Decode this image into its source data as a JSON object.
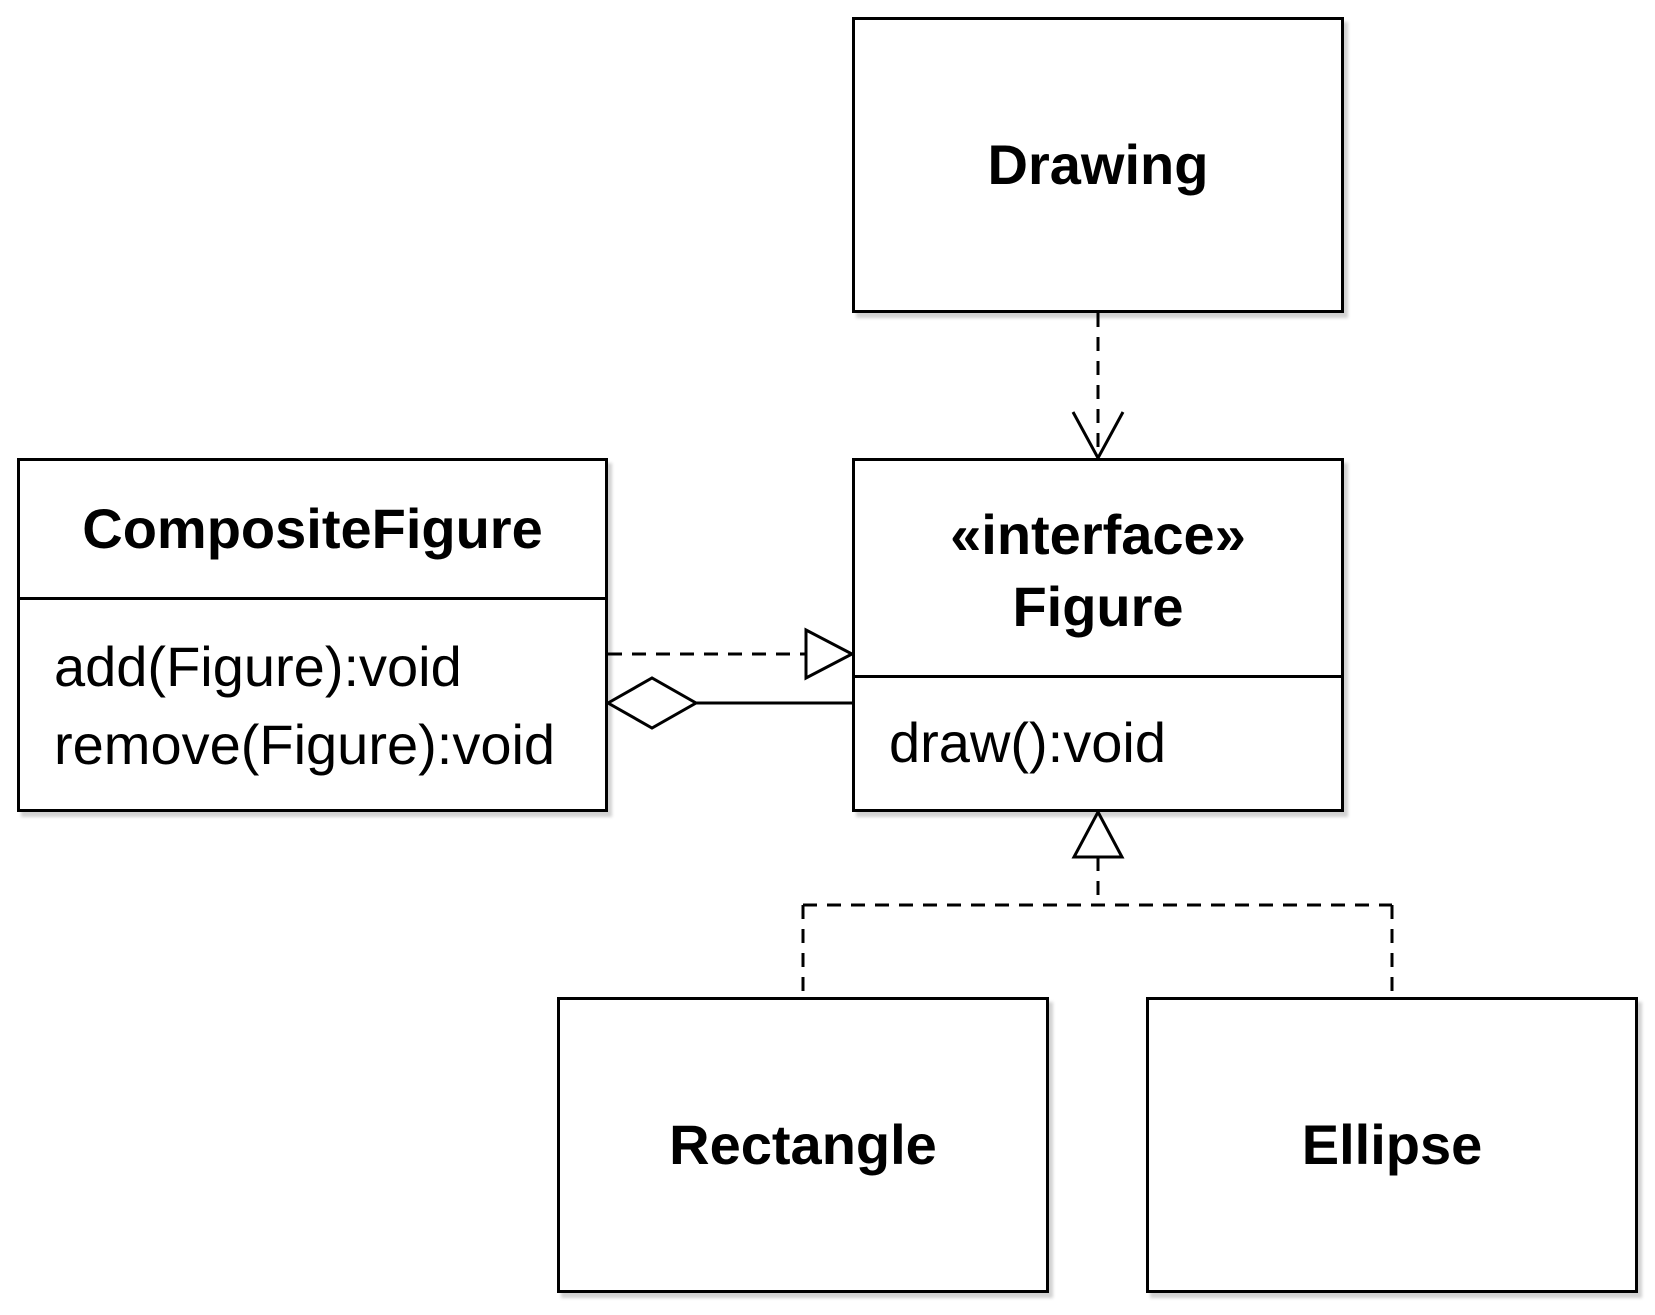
{
  "classes": {
    "drawing": {
      "name": "Drawing"
    },
    "figure": {
      "stereotype": "«interface»",
      "name": "Figure",
      "operations": [
        "draw():void"
      ]
    },
    "composite": {
      "name": "CompositeFigure",
      "operations": [
        "add(Figure):void",
        "remove(Figure):void"
      ]
    },
    "rectangle": {
      "name": "Rectangle"
    },
    "ellipse": {
      "name": "Ellipse"
    }
  },
  "relations": [
    {
      "type": "dependency",
      "from": "Drawing",
      "to": "Figure"
    },
    {
      "type": "realization",
      "from": "CompositeFigure",
      "to": "Figure"
    },
    {
      "type": "aggregation",
      "whole": "CompositeFigure",
      "part": "Figure"
    },
    {
      "type": "realization",
      "from": "Rectangle",
      "to": "Figure"
    },
    {
      "type": "realization",
      "from": "Ellipse",
      "to": "Figure"
    }
  ]
}
